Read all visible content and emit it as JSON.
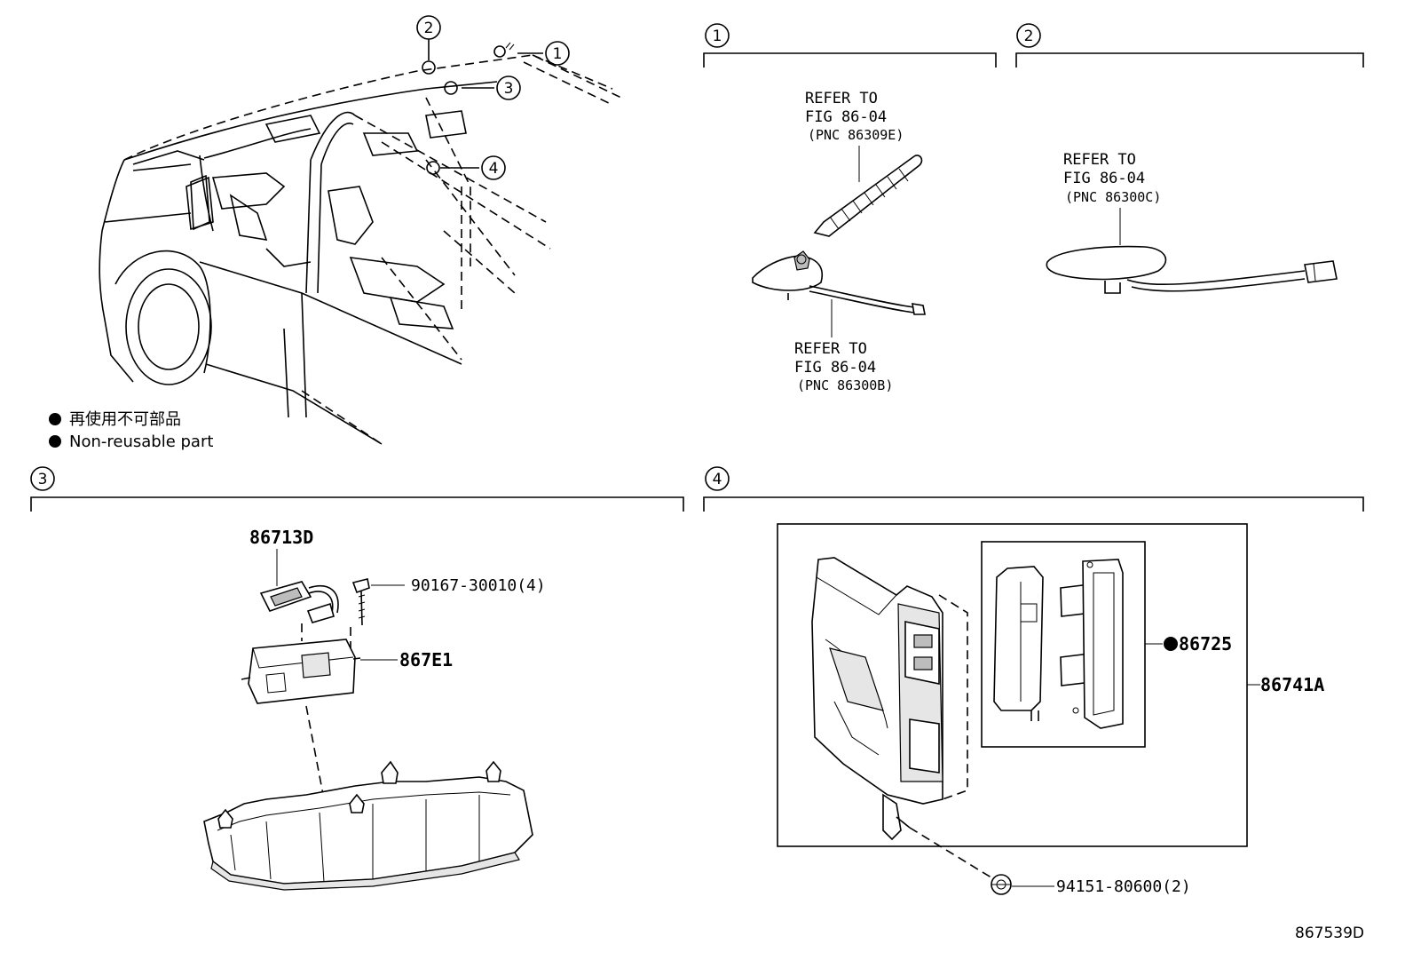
{
  "legend": {
    "jp": "再使用不可部品",
    "en": "Non-reusable part"
  },
  "sections": [
    {
      "num": "1"
    },
    {
      "num": "2"
    },
    {
      "num": "3"
    },
    {
      "num": "4"
    }
  ],
  "overview": {
    "callouts": [
      "1",
      "2",
      "3",
      "4"
    ]
  },
  "section1": {
    "ref_top": {
      "line1": "REFER TO",
      "line2": "FIG 86-04",
      "line3": "(PNC 86309E)"
    },
    "ref_bottom": {
      "line1": "REFER TO",
      "line2": "FIG 86-04",
      "line3": "(PNC 86300B)"
    }
  },
  "section2": {
    "ref": {
      "line1": "REFER TO",
      "line2": "FIG 86-04",
      "line3": "(PNC 86300C)"
    }
  },
  "section3": {
    "parts": [
      "86713D",
      "90167-30010(4)",
      "867E1"
    ]
  },
  "section4": {
    "parts": [
      "86725",
      "86741A",
      "94151-80600(2)"
    ]
  },
  "figure_id": "867539D"
}
